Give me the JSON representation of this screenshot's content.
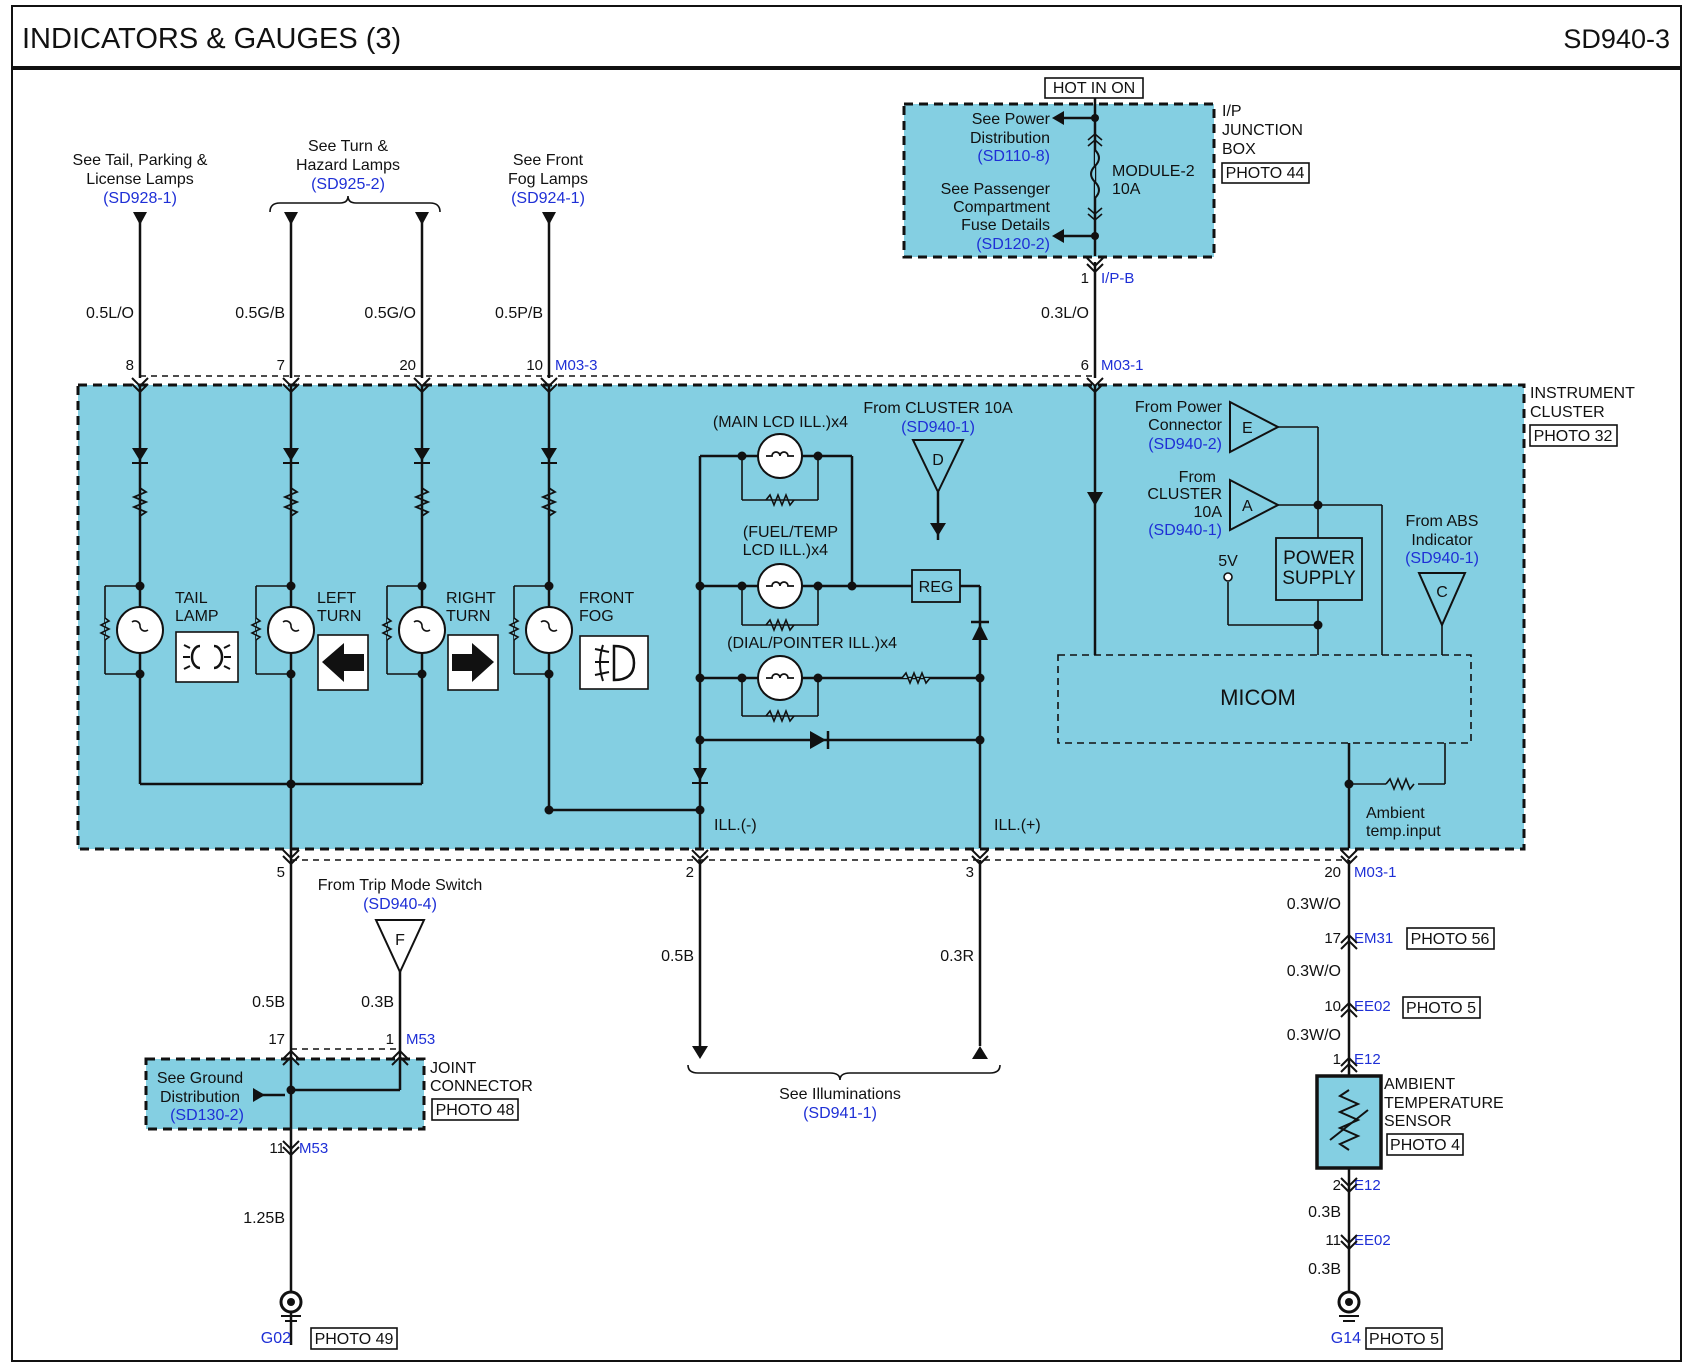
{
  "header": {
    "title": "INDICATORS & GAUGES (3)",
    "code": "SD940-3"
  },
  "top_refs": {
    "tail": {
      "l1": "See Tail, Parking &",
      "l2": "License Lamps",
      "ref": "(SD928-1)"
    },
    "turn": {
      "l1": "See Turn &",
      "l2": "Hazard Lamps",
      "ref": "(SD925-2)"
    },
    "fog": {
      "l1": "See Front",
      "l2": "Fog Lamps",
      "ref": "(SD924-1)"
    }
  },
  "wires": {
    "w_tail": "0.5L/O",
    "w_left": "0.5G/B",
    "w_right": "0.5G/O",
    "w_fog": "0.5P/B",
    "w_ipb": "0.3L/O",
    "w_ground": "0.5B",
    "w_trip": "0.3B",
    "w_g02": "1.25B",
    "w_ill_neg": "0.5B",
    "w_ill_pos": "0.3R",
    "w_m03_em31": "0.3W/O",
    "w_em31_ee02": "0.3W/O",
    "w_ee02_e12": "0.3W/O",
    "w_e12_ee02": "0.3B",
    "w_ee02_g14": "0.3B"
  },
  "pins": {
    "p8": "8",
    "p7": "7",
    "p20": "20",
    "p10": "10",
    "p6": "6",
    "p1_ipb": "1",
    "p5": "5",
    "p2": "2",
    "p3": "3",
    "p20b": "20",
    "p17": "17",
    "p10b": "10",
    "p1_e12": "1",
    "p2_e12": "2",
    "p11_ee02": "11",
    "p17_m53": "17",
    "p1_m53": "1",
    "p11_m53": "11"
  },
  "connectors": {
    "m03_3": "M03-3",
    "m03_1_top": "M03-1",
    "m03_1_bot": "M03-1",
    "ipb": "I/P-B",
    "em31": "EM31",
    "ee02_a": "EE02",
    "e12_a": "E12",
    "e12_b": "E12",
    "ee02_b": "EE02",
    "m53_a": "M53",
    "m53_b": "M53"
  },
  "photos": {
    "p44": "PHOTO 44",
    "p32": "PHOTO 32",
    "p56": "PHOTO 56",
    "p5a": "PHOTO 5",
    "p4": "PHOTO 4",
    "p48": "PHOTO 48",
    "p49": "PHOTO 49",
    "p5b": "PHOTO 5"
  },
  "jbox": {
    "hot": "HOT IN ON",
    "lbl1": "I/P",
    "lbl2": "JUNCTION",
    "lbl3": "BOX",
    "power_l1": "See Power",
    "power_l2": "Distribution",
    "power_ref": "(SD110-8)",
    "pass_l1": "See Passenger",
    "pass_l2": "Compartment",
    "pass_l3": "Fuse Details",
    "pass_ref": "(SD120-2)",
    "fuse_l1": "MODULE-2",
    "fuse_l2": "10A"
  },
  "cluster": {
    "lbl1": "INSTRUMENT",
    "lbl2": "CLUSTER",
    "tail_l1": "TAIL",
    "tail_l2": "LAMP",
    "left_l1": "LEFT",
    "left_l2": "TURN",
    "right_l1": "RIGHT",
    "right_l2": "TURN",
    "fog_l1": "FRONT",
    "fog_l2": "FOG",
    "main_lcd": "(MAIN LCD ILL.)x4",
    "fuel_l1": "(FUEL/TEMP",
    "fuel_l2": "LCD ILL.)x4",
    "dial": "(DIAL/POINTER ILL.)x4",
    "from_cluster": "From CLUSTER 10A",
    "from_cluster_ref": "(SD940-1)",
    "d": "D",
    "reg": "REG",
    "pc_l1": "From Power",
    "pc_l2": "Connector",
    "pc_ref": "(SD940-2)",
    "e": "E",
    "fc_l1": "From",
    "fc_l2": "CLUSTER",
    "fc_l3": "10A",
    "fc_ref": "(SD940-1)",
    "a": "A",
    "ps_l1": "POWER",
    "ps_l2": "SUPPLY",
    "v5": "5V",
    "abs_l1": "From ABS",
    "abs_l2": "Indicator",
    "abs_ref": "(SD940-1)",
    "c": "C",
    "micom": "MICOM",
    "ill_neg": "ILL.(-)",
    "ill_pos": "ILL.(+)",
    "amb_l1": "Ambient",
    "amb_l2": "temp.input"
  },
  "bottom": {
    "trip_l1": "From Trip Mode Switch",
    "trip_ref": "(SD940-4)",
    "f": "F",
    "gd_l1": "See Ground",
    "gd_l2": "Distribution",
    "gd_ref": "(SD130-2)",
    "jc_l1": "JOINT",
    "jc_l2": "CONNECTOR",
    "illum_l1": "See Illuminations",
    "illum_ref": "(SD941-1)",
    "g02": "G02",
    "g14": "G14",
    "ats_l1": "AMBIENT",
    "ats_l2": "TEMPERATURE",
    "ats_l3": "SENSOR"
  }
}
